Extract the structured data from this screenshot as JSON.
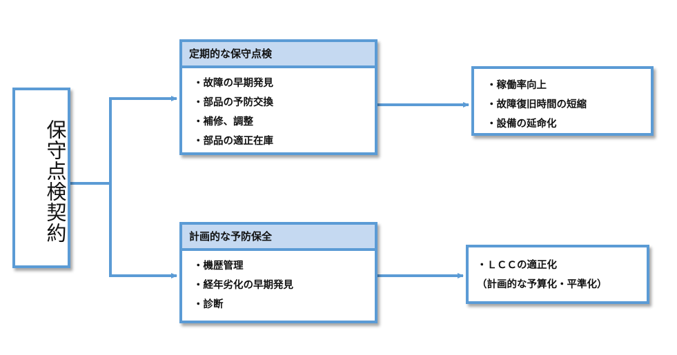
{
  "main": {
    "title": "保守点検契約"
  },
  "periodic": {
    "title": "定期的な保守点検",
    "items": [
      "・故障の早期発見",
      "・部品の予防交換",
      "・補修、調整",
      "・部品の適正在庫"
    ]
  },
  "planned": {
    "title": "計画的な予防保全",
    "items": [
      "・機歴管理",
      "・経年劣化の早期発見",
      "・診断"
    ]
  },
  "result1": {
    "items": [
      "・稼働率向上",
      "・故障復旧時間の短縮",
      "・設備の延命化"
    ]
  },
  "result2": {
    "items": [
      "・ＬＣＣの適正化",
      "（計画的な予算化・平準化）"
    ]
  },
  "colors": {
    "border": "#5b9bd5",
    "header_fill": "#c5d9f1",
    "connector": "#5b9bd5"
  }
}
